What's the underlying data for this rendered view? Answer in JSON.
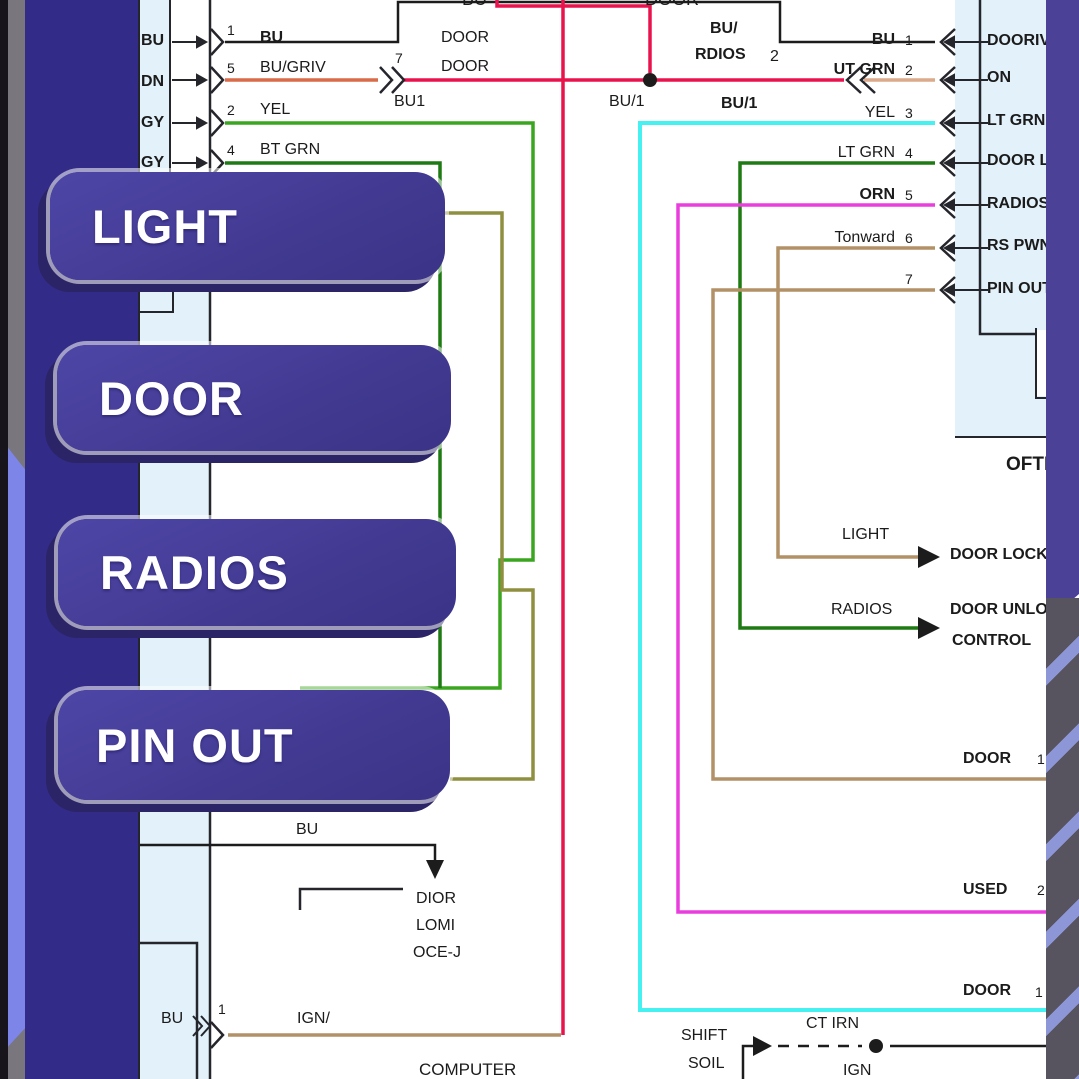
{
  "buttons": [
    {
      "label": "LIGHT"
    },
    {
      "label": "DOOR"
    },
    {
      "label": "RADIOS"
    },
    {
      "label": "PIN OUT"
    }
  ],
  "left_strip": [
    "BU",
    "DN",
    "GY",
    "GY"
  ],
  "left_pins": [
    {
      "num": "1",
      "label": "BU"
    },
    {
      "num": "5",
      "label": "BU/GRIV"
    },
    {
      "num": "2",
      "label": "YEL"
    },
    {
      "num": "4",
      "label": "BT GRN"
    }
  ],
  "top": {
    "bu_cut": "BU",
    "door_cut": "DOOR",
    "door_a": "DOOR",
    "door_b": "DOOR",
    "pin7": "7",
    "bu1": "BU1",
    "bu1_mid": "BU/1",
    "bu_slash": "BU/",
    "rdios": "RDIOS",
    "rdios_num": "2",
    "bu1_right": "BU/1"
  },
  "right_pins": [
    {
      "label": "BU",
      "num": "1"
    },
    {
      "label": "UT GRN",
      "num": "2"
    },
    {
      "label": "YEL",
      "num": "3"
    },
    {
      "label": "LT GRN",
      "num": "4"
    },
    {
      "label": "ORN",
      "num": "5"
    },
    {
      "label": "Tonward",
      "num": "6"
    },
    {
      "label": "",
      "num": "7"
    }
  ],
  "right_box": {
    "labels": [
      "DOORIV",
      "ON",
      "LT GRN",
      "DOOR L",
      "RADIOS",
      "RS PWN",
      "PIN OUT"
    ],
    "caption": "OFTII"
  },
  "annotations": {
    "light": "LIGHT",
    "door_lock": "DOOR LOCK",
    "radios": "RADIOS",
    "door_unlock": "DOOR UNLO",
    "control": "CONTROL",
    "door1a": "DOOR",
    "door1a_num": "1",
    "used": "USED",
    "used_num": "2",
    "door1b": "DOOR",
    "door1b_num": "1"
  },
  "bottom": {
    "bu_wire": "BU",
    "dior": "DIOR",
    "lomi": "LOMI",
    "oce": "OCE-J",
    "computer": "COMPUTER",
    "conn_bu": "BU",
    "conn_num": "1",
    "ign_wire": "IGN/",
    "shift": "SHIFT",
    "soil": "SOIL",
    "ct_irn": "CT IRN",
    "ign": "IGN"
  },
  "colors": {
    "button_purple": "#433b93",
    "button_shadow": "#2b2467",
    "sidebar_indigo": "#322b87",
    "band_purple": "#4b4197",
    "edge_lavender": "#7d86e8",
    "edge_gray": "#7a767e",
    "pale_blue": "#e3f1fa",
    "wire_red": "#e8134d",
    "wire_orange": "#d96a4a",
    "wire_tan": "#b29166",
    "wire_peach": "#dca98a",
    "wire_green": "#3aa51e",
    "wire_dark_green": "#1e7a12",
    "wire_olive": "#8f8f40",
    "wire_magenta": "#ea3dde",
    "wire_cyan": "#45f1f1",
    "wire_black": "#1c1c1c"
  }
}
